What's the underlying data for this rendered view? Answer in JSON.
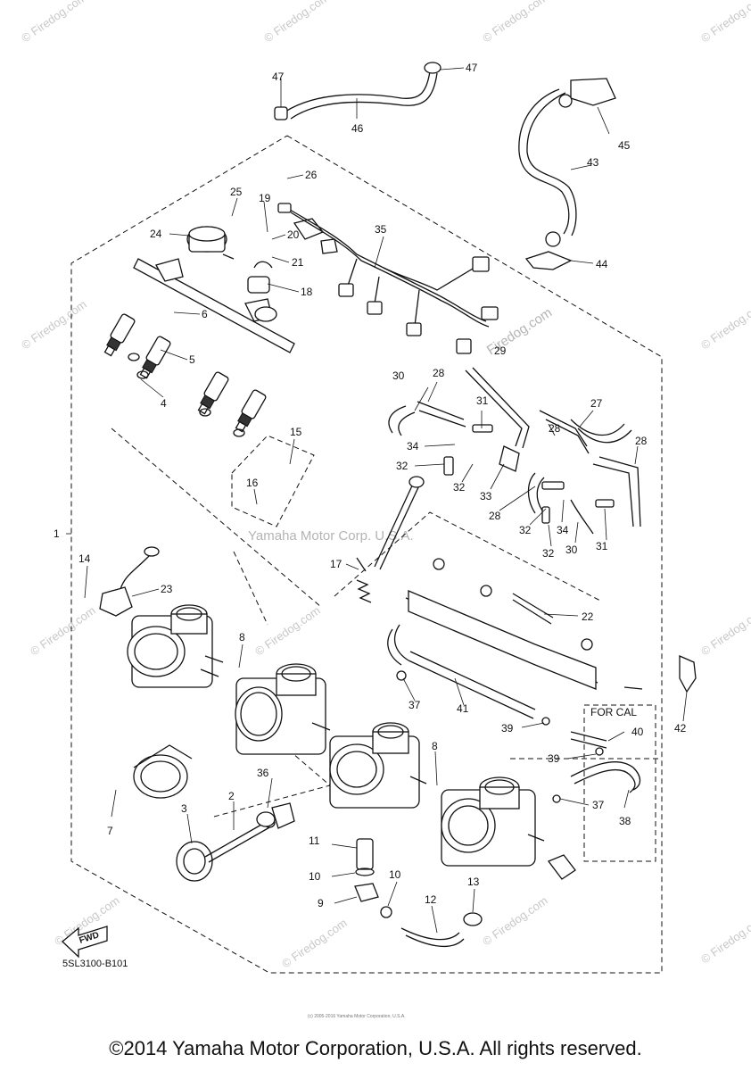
{
  "callouts": [
    {
      "id": "c1",
      "label": "1"
    },
    {
      "id": "c2",
      "label": "2"
    },
    {
      "id": "c3",
      "label": "3"
    },
    {
      "id": "c4",
      "label": "4"
    },
    {
      "id": "c5",
      "label": "5"
    },
    {
      "id": "c6",
      "label": "6"
    },
    {
      "id": "c7",
      "label": "7"
    },
    {
      "id": "c8a",
      "label": "8"
    },
    {
      "id": "c8b",
      "label": "8"
    },
    {
      "id": "c9",
      "label": "9"
    },
    {
      "id": "c10a",
      "label": "10"
    },
    {
      "id": "c10b",
      "label": "10"
    },
    {
      "id": "c11",
      "label": "11"
    },
    {
      "id": "c12",
      "label": "12"
    },
    {
      "id": "c13",
      "label": "13"
    },
    {
      "id": "c14",
      "label": "14"
    },
    {
      "id": "c15",
      "label": "15"
    },
    {
      "id": "c16",
      "label": "16"
    },
    {
      "id": "c17",
      "label": "17"
    },
    {
      "id": "c18",
      "label": "18"
    },
    {
      "id": "c19",
      "label": "19"
    },
    {
      "id": "c20",
      "label": "20"
    },
    {
      "id": "c21",
      "label": "21"
    },
    {
      "id": "c22",
      "label": "22"
    },
    {
      "id": "c23",
      "label": "23"
    },
    {
      "id": "c24",
      "label": "24"
    },
    {
      "id": "c25",
      "label": "25"
    },
    {
      "id": "c26",
      "label": "26"
    },
    {
      "id": "c27",
      "label": "27"
    },
    {
      "id": "c28a",
      "label": "28"
    },
    {
      "id": "c28b",
      "label": "28"
    },
    {
      "id": "c28c",
      "label": "28"
    },
    {
      "id": "c28d",
      "label": "28"
    },
    {
      "id": "c29",
      "label": "29"
    },
    {
      "id": "c30a",
      "label": "30"
    },
    {
      "id": "c30b",
      "label": "30"
    },
    {
      "id": "c31a",
      "label": "31"
    },
    {
      "id": "c31b",
      "label": "31"
    },
    {
      "id": "c32a",
      "label": "32"
    },
    {
      "id": "c32b",
      "label": "32"
    },
    {
      "id": "c32c",
      "label": "32"
    },
    {
      "id": "c32d",
      "label": "32"
    },
    {
      "id": "c33",
      "label": "33"
    },
    {
      "id": "c34a",
      "label": "34"
    },
    {
      "id": "c34b",
      "label": "34"
    },
    {
      "id": "c35",
      "label": "35"
    },
    {
      "id": "c36",
      "label": "36"
    },
    {
      "id": "c37a",
      "label": "37"
    },
    {
      "id": "c37b",
      "label": "37"
    },
    {
      "id": "c38",
      "label": "38"
    },
    {
      "id": "c39a",
      "label": "39"
    },
    {
      "id": "c39b",
      "label": "39"
    },
    {
      "id": "c40",
      "label": "40"
    },
    {
      "id": "c41",
      "label": "41"
    },
    {
      "id": "c42",
      "label": "42"
    },
    {
      "id": "c43",
      "label": "43"
    },
    {
      "id": "c44",
      "label": "44"
    },
    {
      "id": "c45",
      "label": "45"
    },
    {
      "id": "c46",
      "label": "46"
    },
    {
      "id": "c47a",
      "label": "47"
    },
    {
      "id": "c47b",
      "label": "47"
    }
  ],
  "for_cal_label": "FOR CAL",
  "fwd_label": "FWD",
  "diagram_code": "5SL3100-B101",
  "watermark_center": "Yamaha Motor Corp. U.S.A.",
  "watermark_site": "© Firedog.com",
  "watermark_site_short": "Firedog.com",
  "tiny_notice": "(c) 2005-2016 Yamaha Motor Corporation, U.S.A.",
  "copyright": "©2014 Yamaha Motor Corporation, U.S.A. All rights reserved.",
  "colors": {
    "ink": "#111111",
    "watermark": "#c8c8c8",
    "background": "#ffffff"
  }
}
